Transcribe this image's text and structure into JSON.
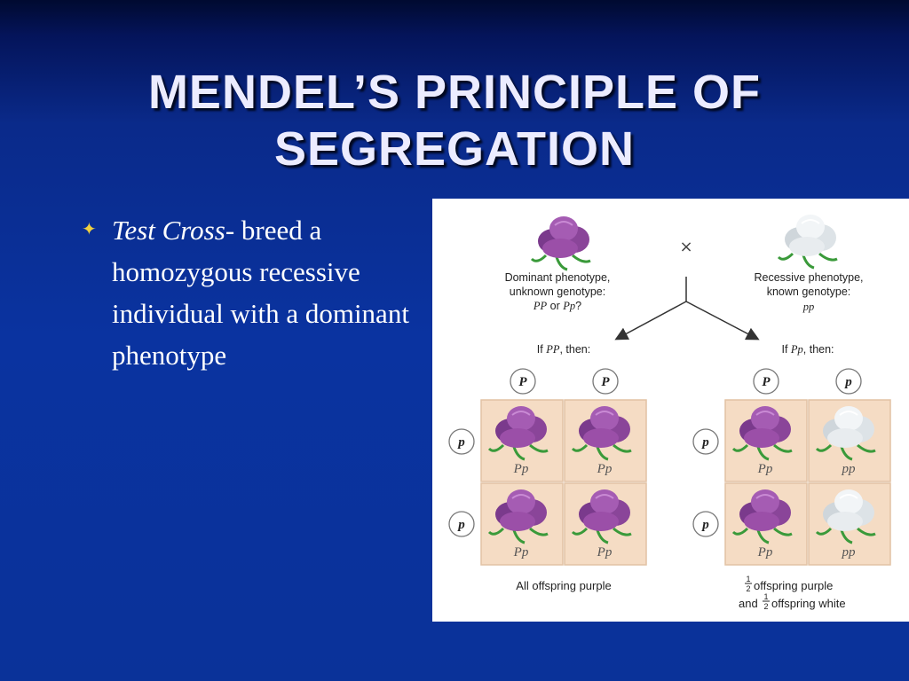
{
  "slide": {
    "title_line1": "MENDEL’S PRINCIPLE OF",
    "title_line2": "SEGREGATION",
    "bullet": {
      "term": "Test Cross",
      "rest": "- breed a homozygous recessive individual with a dominant phenotype"
    }
  },
  "figure": {
    "cross_symbol": "×",
    "left_parent": {
      "line1": "Dominant phenotype,",
      "line2": "unknown genotype:",
      "g1": "PP",
      "or": " or ",
      "g2": "Pp",
      "q": "?"
    },
    "right_parent": {
      "line1": "Recessive phenotype,",
      "line2": "known genotype:",
      "g": "pp"
    },
    "left_branch": {
      "pre": "If ",
      "g": "PP",
      "post": ", then:"
    },
    "right_branch": {
      "pre": "If ",
      "g": "Pp",
      "post": ", then:"
    },
    "left_grid": {
      "top_gametes": [
        "P",
        "P"
      ],
      "side_gametes": [
        "p",
        "p"
      ],
      "cells": [
        "Pp",
        "Pp",
        "Pp",
        "Pp"
      ],
      "result": "All offspring purple"
    },
    "right_grid": {
      "top_gametes": [
        "P",
        "p"
      ],
      "side_gametes": [
        "p",
        "p"
      ],
      "cells": [
        "Pp",
        "pp",
        "Pp",
        "pp"
      ],
      "result_num": "1",
      "result_den": "2",
      "result_line1": " offspring purple",
      "result_and": "and ",
      "result_line2": " offspring white"
    },
    "colors": {
      "purple": "#9b4fa8",
      "white_flower": "#e8ecef",
      "leaf": "#3a9a3a",
      "cell": "#f5dcc4"
    }
  }
}
